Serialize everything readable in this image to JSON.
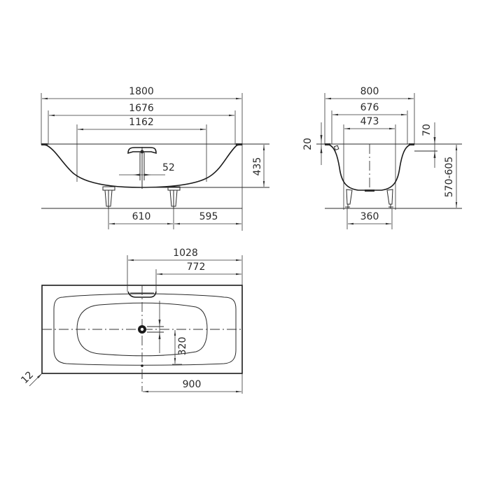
{
  "drawing": {
    "side_view": {
      "dims": {
        "overall_length": "1800",
        "inner_length": "1676",
        "bottom_length": "1162",
        "overflow_offset": "52",
        "depth": "435",
        "foot_spacing": "610",
        "foot_to_end": "595"
      }
    },
    "end_view": {
      "dims": {
        "overall_width": "800",
        "inner_width": "676",
        "bottom_width": "473",
        "rim_thickness": "20",
        "rim_drop": "70",
        "height_range": "570-605",
        "foot_spacing": "360"
      }
    },
    "plan_view": {
      "dims": {
        "overflow_from_end": "1028",
        "overflow_inner": "772",
        "drain_offset": "320",
        "drain_from_end": "900",
        "corner_radius": "12"
      }
    },
    "colors": {
      "line": "#2a2a2a",
      "background": "#ffffff"
    }
  }
}
